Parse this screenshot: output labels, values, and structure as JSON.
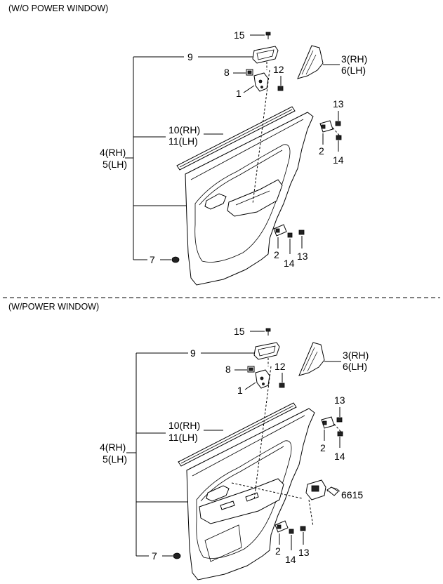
{
  "sections": [
    {
      "title": "(W/O POWER WINDOW)",
      "callouts": {
        "c15": "15",
        "c9": "9",
        "c8": "8",
        "c12": "12",
        "c1": "1",
        "c3": "3(RH)",
        "c6": "6(LH)",
        "c10": "10(RH)",
        "c11": "11(LH)",
        "c4": "4(RH)",
        "c5": "5(LH)",
        "c13a": "13",
        "c2a": "2",
        "c14a": "14",
        "c2b": "2",
        "c14b": "14",
        "c13b": "13",
        "c7": "7"
      }
    },
    {
      "title": "(W/POWER WINDOW)",
      "callouts": {
        "c15": "15",
        "c9": "9",
        "c8": "8",
        "c12": "12",
        "c1": "1",
        "c3": "3(RH)",
        "c6": "6(LH)",
        "c10": "10(RH)",
        "c11": "11(LH)",
        "c4": "4(RH)",
        "c5": "5(LH)",
        "c13a": "13",
        "c2a": "2",
        "c14a": "14",
        "c2b": "2",
        "c14b": "14",
        "c13b": "13",
        "c7": "7",
        "c6615": "6615"
      }
    }
  ]
}
